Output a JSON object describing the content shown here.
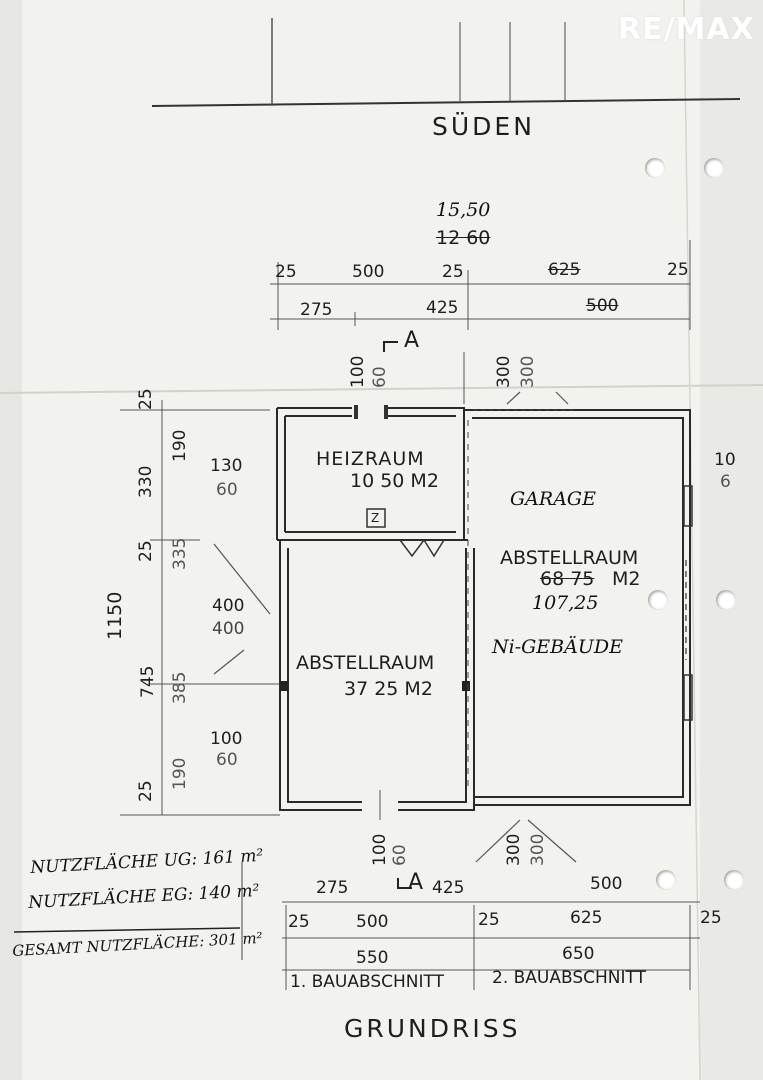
{
  "logo": {
    "text": "RE/MAX"
  },
  "plan": {
    "heading_top": "SÜDEN",
    "heading_bottom": "GRUNDRISS",
    "section_marker_top": "A",
    "section_marker_bottom": "A"
  },
  "rooms": {
    "heizraum": {
      "name": "HEIZRAUM",
      "area": "10 50 M2"
    },
    "abstellraum_left": {
      "name": "ABSTELLRAUM",
      "area": "37 25 M2"
    },
    "garage": {
      "name": "GARAGE"
    },
    "abstellraum_right": {
      "name": "ABSTELLRAUM",
      "area_struck": "68 75",
      "area_unit": "M2",
      "area_new": "107,25"
    },
    "nebengebaeude": {
      "name": "Ni-GEBÄUDE"
    }
  },
  "dimensions": {
    "top_total": "15,50",
    "top_total_struck": "12 60",
    "top_row1": [
      "25",
      "500",
      "25",
      "625",
      "25"
    ],
    "top_row2": [
      "275",
      "425",
      "500"
    ],
    "left_vertical": [
      "25",
      "330",
      "190",
      "25",
      "335",
      "1150",
      "745",
      "385",
      "25",
      "190"
    ],
    "left_openings": [
      "130",
      "60",
      "400",
      "400",
      "100",
      "60"
    ],
    "door_top": [
      "100",
      "60"
    ],
    "garage_door_top": [
      "300",
      "300"
    ],
    "door_bottom": [
      "100",
      "60"
    ],
    "garage_door_bottom": [
      "300",
      "300"
    ],
    "right_edge": [
      "10",
      "6"
    ],
    "bottom_row1": [
      "275",
      "425",
      "500"
    ],
    "bottom_row2": [
      "25",
      "500",
      "25",
      "625",
      "25"
    ],
    "bottom_row3": [
      "550",
      "650"
    ],
    "stove_symbol": "Z"
  },
  "notes": {
    "ug": "NUTZFLÄCHE UG: 161 m²",
    "eg": "NUTZFLÄCHE EG: 140 m²",
    "total": "GESAMT NUTZFLÄCHE: 301 m²"
  },
  "phases": {
    "first": "1. BAUABSCHNITT",
    "second": "2. BAUABSCHNITT"
  }
}
